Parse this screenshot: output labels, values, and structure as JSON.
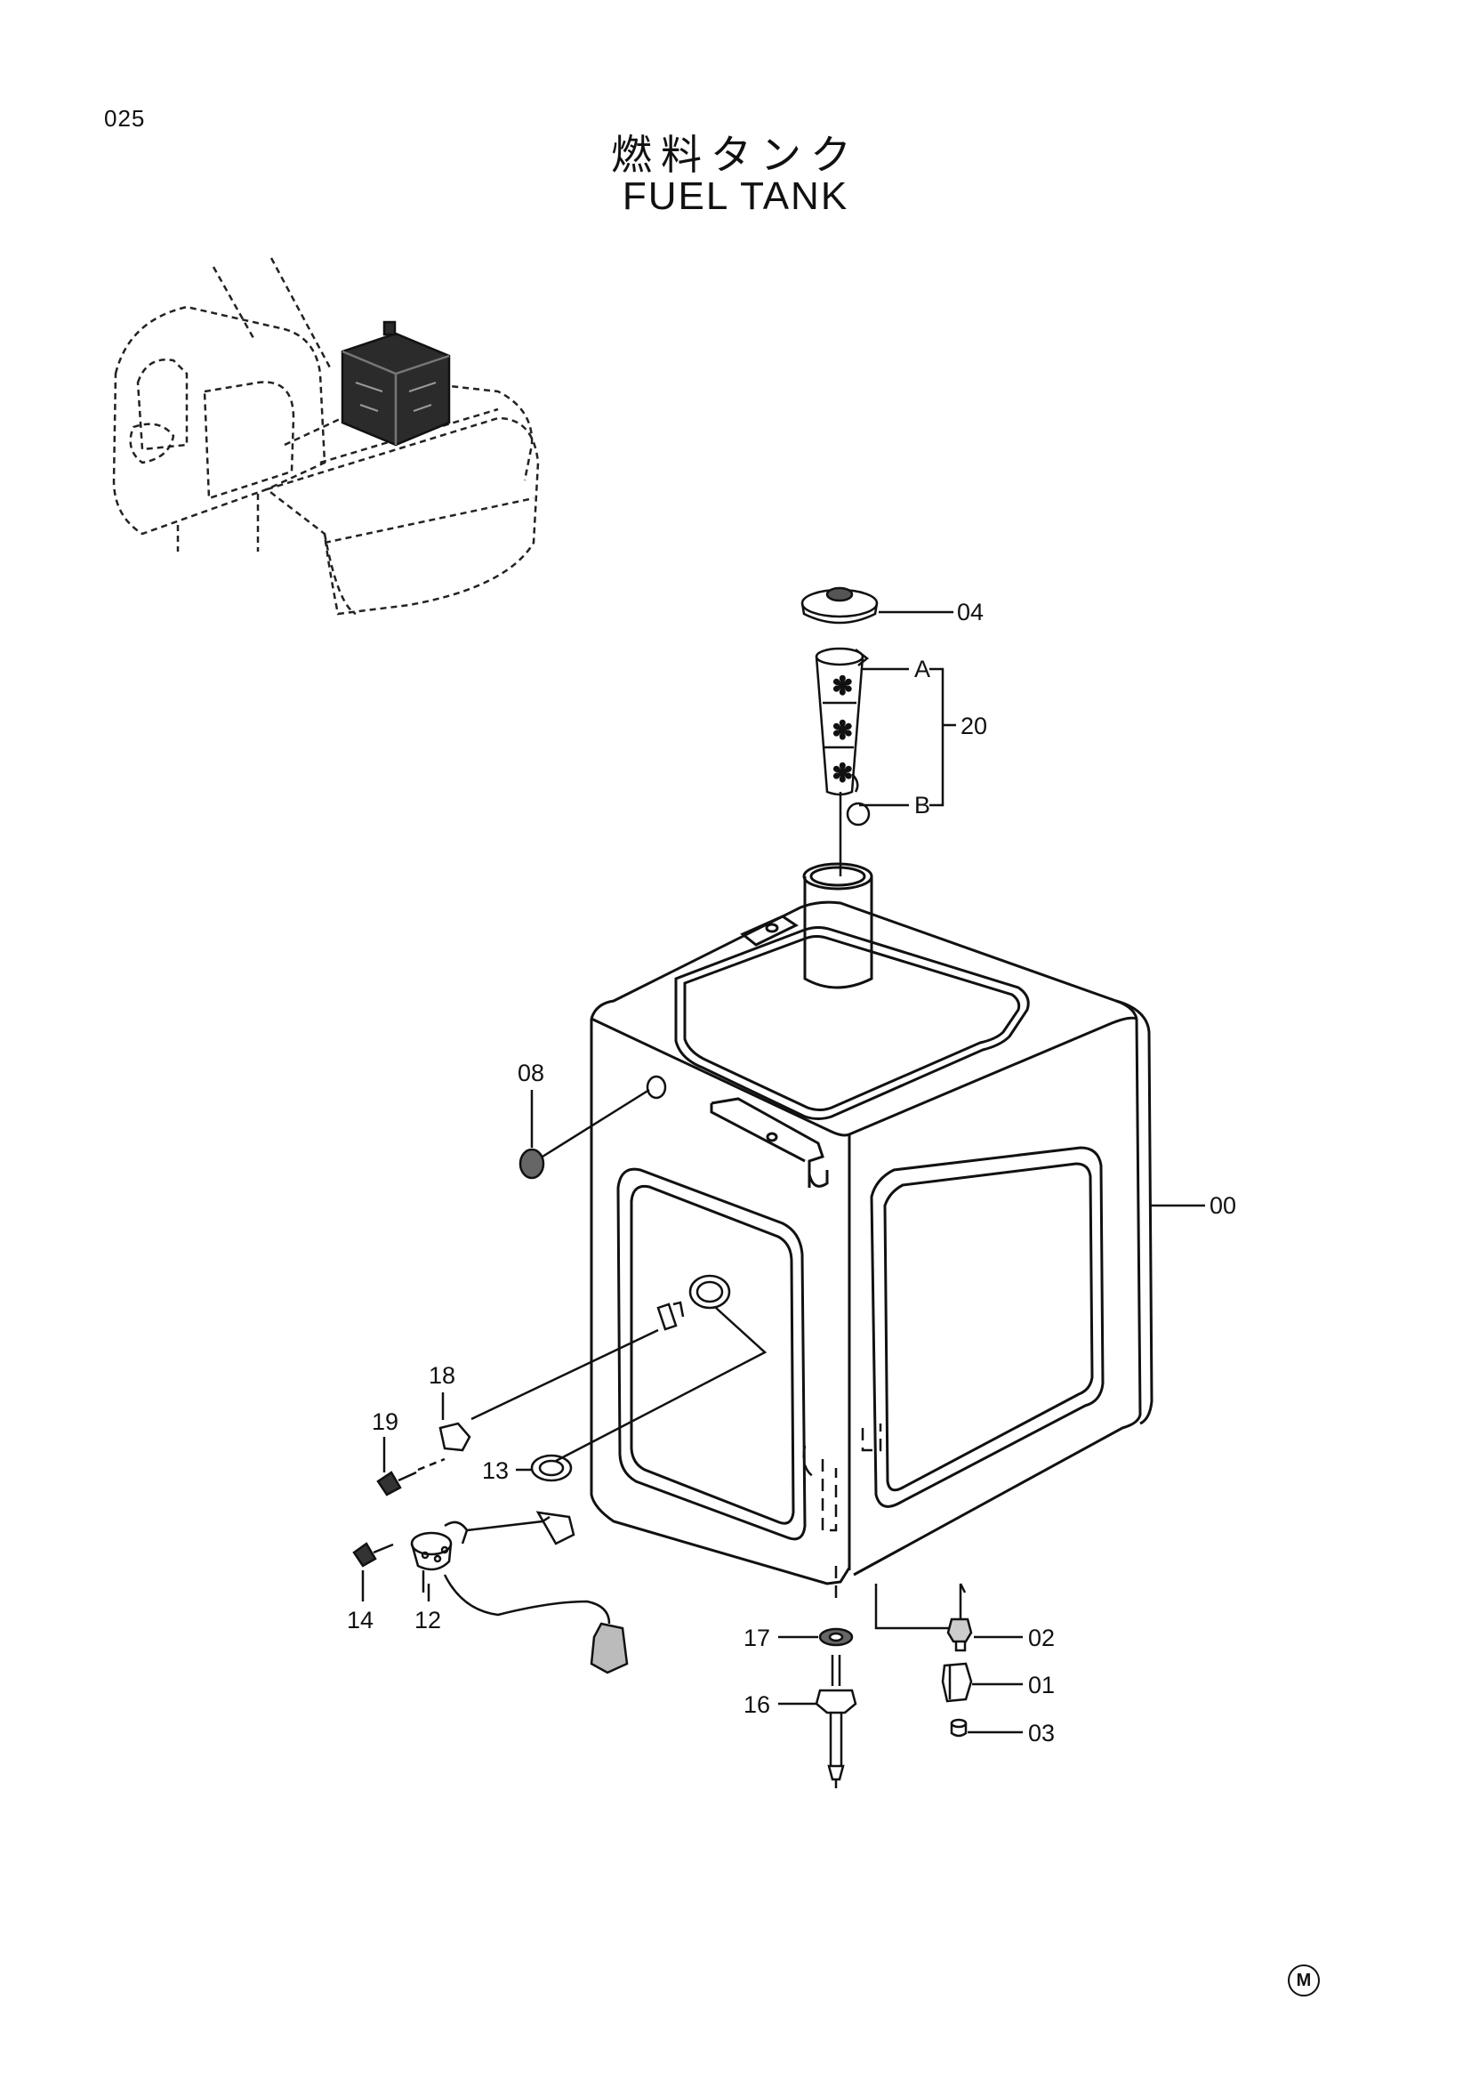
{
  "page_number": "025",
  "title_ja": "燃料タンク",
  "title_en": "FUEL TANK",
  "mark": "M",
  "callouts": {
    "p04": "04",
    "pA": "A",
    "p20": "20",
    "pB": "B",
    "p08": "08",
    "p00": "00",
    "p18": "18",
    "p19": "19",
    "p13": "13",
    "p14": "14",
    "p12": "12",
    "p17": "17",
    "p16": "16",
    "p02": "02",
    "p01": "01",
    "p03": "03"
  }
}
